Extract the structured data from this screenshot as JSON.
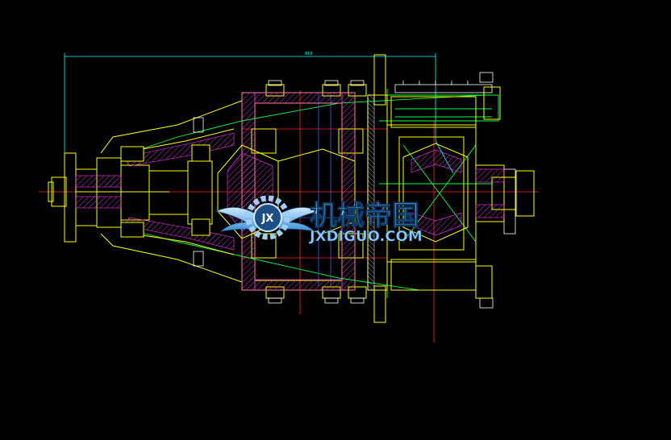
{
  "drawing": {
    "dimension_text": "816",
    "colors": {
      "background": "#000000",
      "outline": "#ffff00",
      "dimension": "#00ffff",
      "centerline": "#ff2222",
      "hatch": "#ff33ff",
      "bolt": "#ffffff",
      "green": "#00ff44",
      "blue": "#3366ff"
    }
  },
  "watermark": {
    "brand_cn": "机械帝国",
    "site": "JXDIGUO.COM",
    "gear_text": "JX",
    "icon": "winged-gear-logo",
    "color": "#5aa9e6"
  }
}
